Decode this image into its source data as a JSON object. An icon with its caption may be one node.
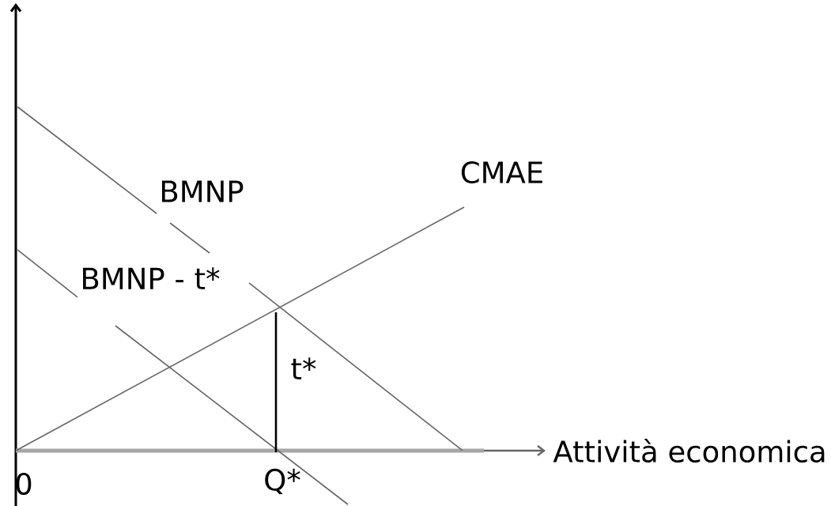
{
  "diagram": {
    "labels": [
      "BMNP",
      "CMAE",
      "BMNP - t*",
      "t*",
      "0",
      "Q*",
      "Attività economica"
    ]
  }
}
